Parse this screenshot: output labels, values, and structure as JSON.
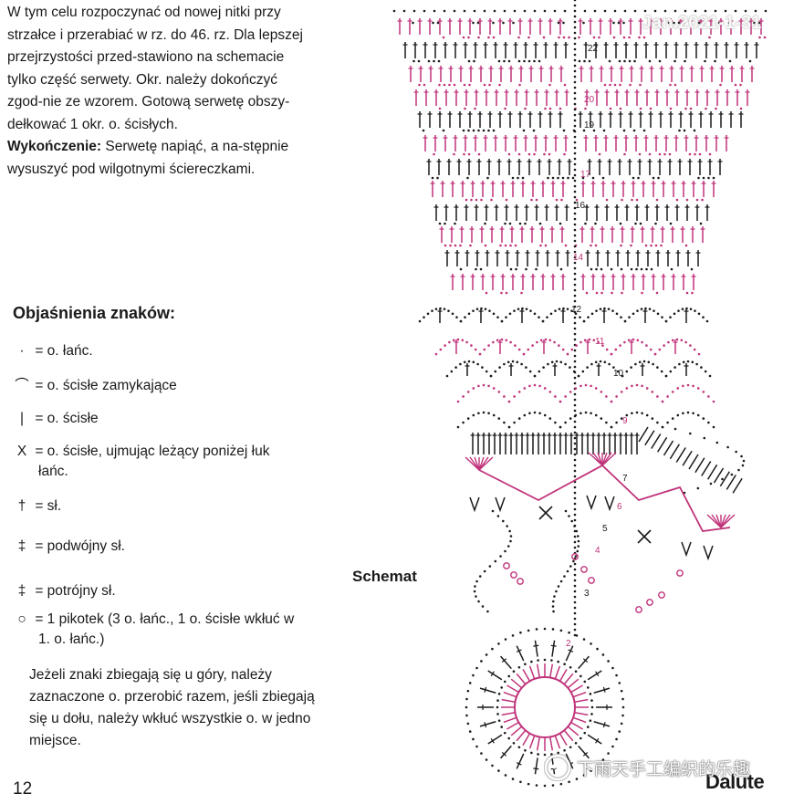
{
  "intro": {
    "p1": "W tym celu rozpoczynać od nowej nitki przy strzałce i przerabiać w rz. do 46. rz. Dla lepszej przejrzystości przed-stawiono na schemacie tylko część serwety. Okr. należy dokończyć zgod-nie ze wzorem. Gotową serwetę obszy-dełkować 1 okr. o. ścisłych.",
    "finish_label": "Wykończenie:",
    "finish_text": " Serwetę napiąć, a na-stępnie wysuszyć pod wilgotnymi ściereczkami."
  },
  "legend": {
    "title": "Objaśnienia znaków:",
    "items": [
      {
        "symbol": "·",
        "text": "= o. łańc."
      },
      {
        "symbol": "⌒",
        "text": "= o. ścisłe zamykające"
      },
      {
        "symbol": "|",
        "text": "= o. ścisłe"
      },
      {
        "symbol": "X",
        "text": "= o. ścisłe, ujmując leżący poniżej łuk łańc."
      },
      {
        "symbol": "†",
        "text": "= sł."
      },
      {
        "symbol": "‡",
        "text": "= podwójny sł."
      },
      {
        "symbol": "‡",
        "text": "= potrójny sł."
      },
      {
        "symbol": "○",
        "text": "= 1 pikotek (3 o. łańc., 1 o. ścisłe wkłuć w 1. o. łańc.)"
      }
    ]
  },
  "note": "Jeżeli znaki zbiegają się u góry, należy zaznaczone o. przerobić razem, jeśli zbiegają się u dołu, należy wkłuć wszystkie o. w jedno miejsce.",
  "page_number": "12",
  "schemat_label": "Schemat",
  "brand": "Dalute",
  "date_stamp": "Jan.2021-1-31",
  "watermark": "下雨天手工编织的乐趣",
  "row_numbers": [
    "22",
    "20",
    "19",
    "17",
    "16",
    "14",
    "12",
    "11",
    "10",
    "9",
    "7",
    "6",
    "5",
    "4",
    "3",
    "2"
  ],
  "colors": {
    "black": "#1a1a1a",
    "pink": "#c0337a"
  }
}
